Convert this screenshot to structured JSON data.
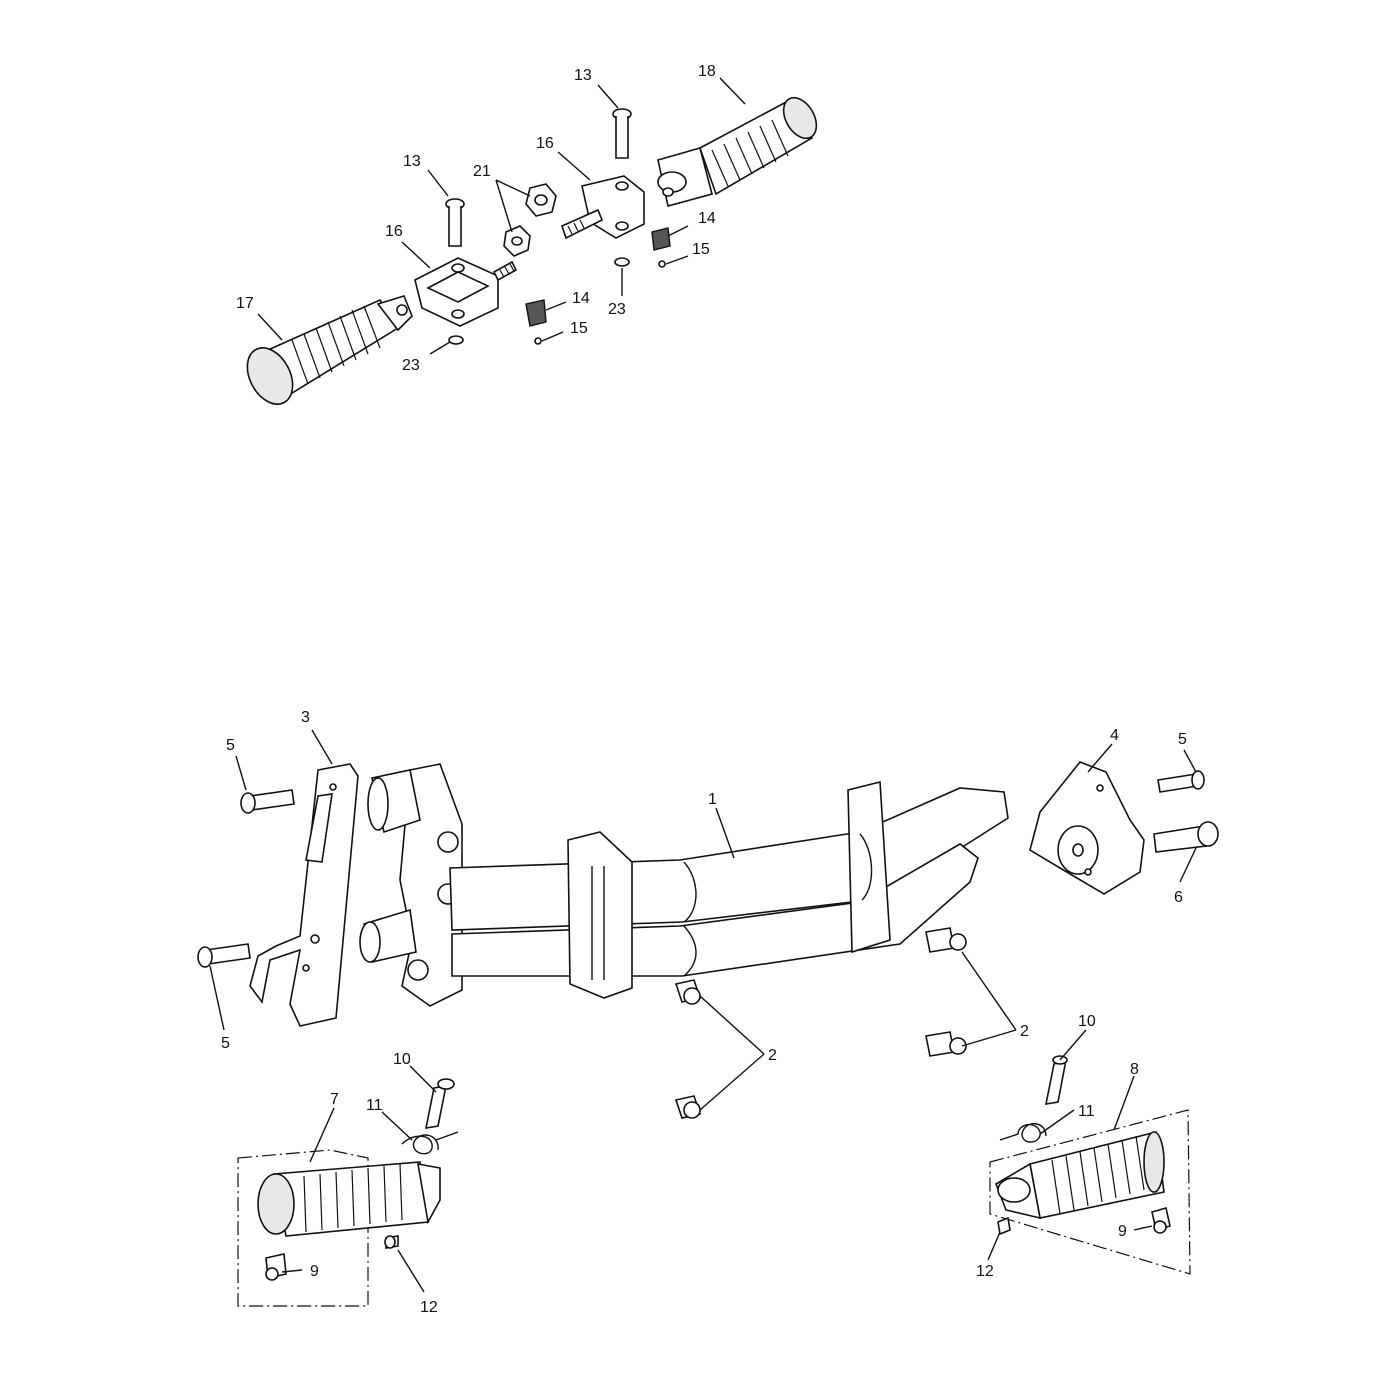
{
  "callouts": [
    {
      "id": "c13a",
      "label": "13"
    },
    {
      "id": "c18",
      "label": "18"
    },
    {
      "id": "c13b",
      "label": "13"
    },
    {
      "id": "c16a",
      "label": "16"
    },
    {
      "id": "c21",
      "label": "21"
    },
    {
      "id": "c16b",
      "label": "16"
    },
    {
      "id": "c14a",
      "label": "14"
    },
    {
      "id": "c15a",
      "label": "15"
    },
    {
      "id": "c23a",
      "label": "23"
    },
    {
      "id": "c17",
      "label": "17"
    },
    {
      "id": "c14b",
      "label": "14"
    },
    {
      "id": "c15b",
      "label": "15"
    },
    {
      "id": "c23b",
      "label": "23"
    },
    {
      "id": "c3",
      "label": "3"
    },
    {
      "id": "c5a",
      "label": "5"
    },
    {
      "id": "c1",
      "label": "1"
    },
    {
      "id": "c4",
      "label": "4"
    },
    {
      "id": "c5b",
      "label": "5"
    },
    {
      "id": "c6",
      "label": "6"
    },
    {
      "id": "c5c",
      "label": "5"
    },
    {
      "id": "c2a",
      "label": "2"
    },
    {
      "id": "c2b",
      "label": "2"
    },
    {
      "id": "c10a",
      "label": "10"
    },
    {
      "id": "c7",
      "label": "7"
    },
    {
      "id": "c11a",
      "label": "11"
    },
    {
      "id": "c9a",
      "label": "9"
    },
    {
      "id": "c12a",
      "label": "12"
    },
    {
      "id": "c10b",
      "label": "10"
    },
    {
      "id": "c8",
      "label": "8"
    },
    {
      "id": "c11b",
      "label": "11"
    },
    {
      "id": "c9b",
      "label": "9"
    },
    {
      "id": "c12b",
      "label": "12"
    }
  ]
}
